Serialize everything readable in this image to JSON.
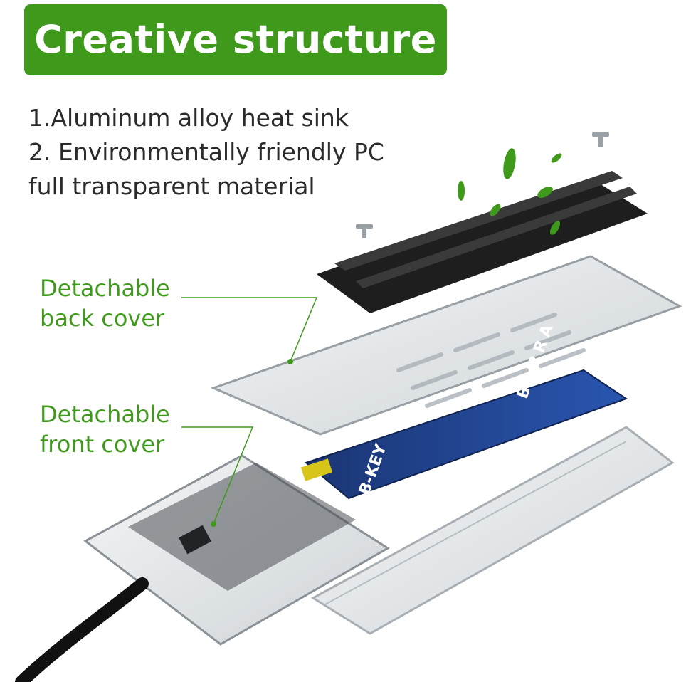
{
  "title": "Creative structure",
  "features": [
    "1.Aluminum alloy heat sink",
    "2. Environmentally friendly PC",
    "full transparent material"
  ],
  "callouts": {
    "back_cover": [
      "Detachable",
      "back cover"
    ],
    "front_cover": [
      "Detachable",
      "front cover"
    ]
  },
  "ssd_labels": {
    "brand": "BARRA",
    "key": "B-KEY"
  },
  "colors": {
    "accent_green": "#3f9a1c",
    "text_dark": "#2b2b2b",
    "heatsink": "#1e1e1e",
    "ssd_board": "#1d3f8c"
  }
}
